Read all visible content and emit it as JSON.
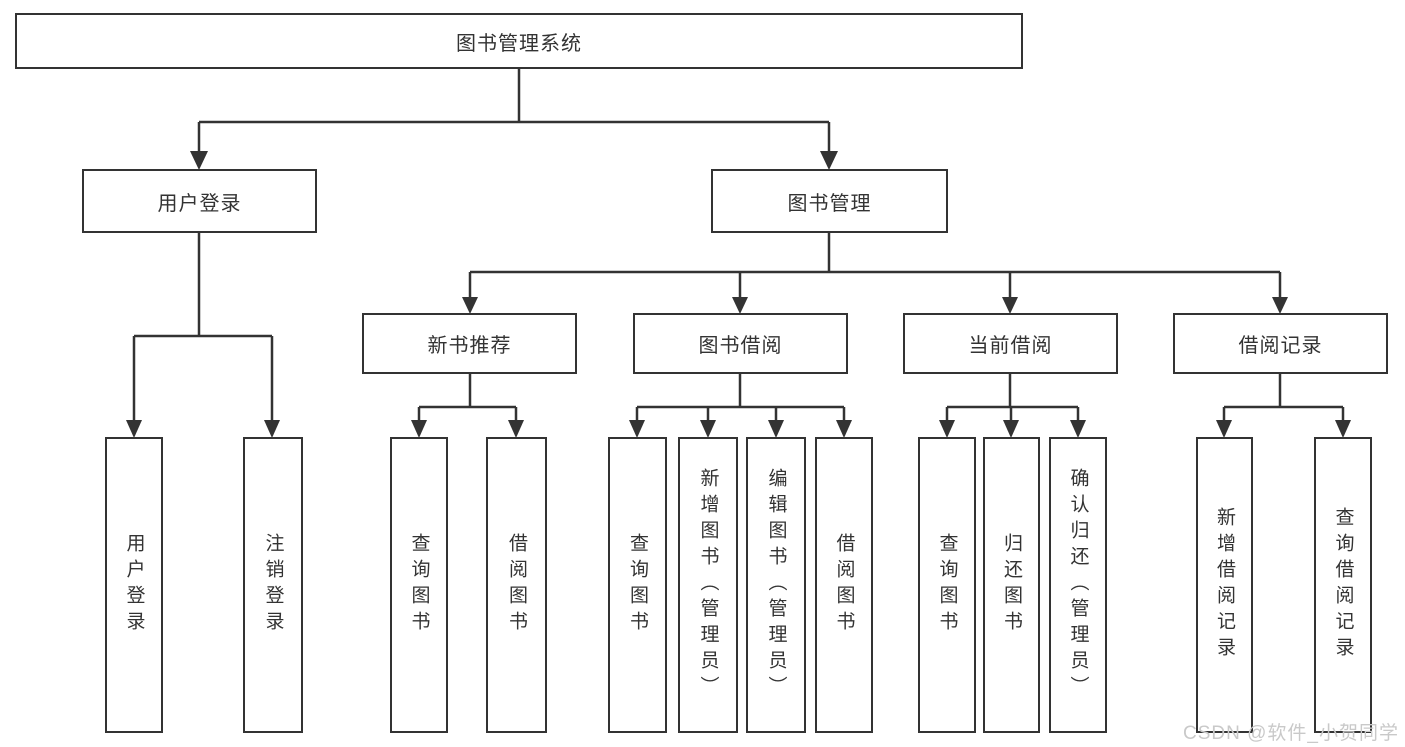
{
  "hierarchy": {
    "root": "图书管理系统",
    "level2": [
      "用户登录",
      "图书管理"
    ],
    "level3": [
      "新书推荐",
      "图书借阅",
      "当前借阅",
      "借阅记录"
    ],
    "leaves_by_group": [
      [
        "用户登录",
        "注销登录"
      ],
      [
        "查询图书",
        "借阅图书"
      ],
      [
        "查询图书",
        "新增图书（管理员）",
        "编辑图书（管理员）",
        "借阅图书"
      ],
      [
        "查询图书",
        "归还图书",
        "确认归还（管理员）"
      ],
      [
        "新增借阅记录",
        "查询借阅记录"
      ]
    ]
  },
  "watermark": "CSDN @软件_小贺同学",
  "colors": {
    "line": "#333333",
    "text": "#333333",
    "background": "#ffffff",
    "watermark": "#c9c9c9"
  }
}
